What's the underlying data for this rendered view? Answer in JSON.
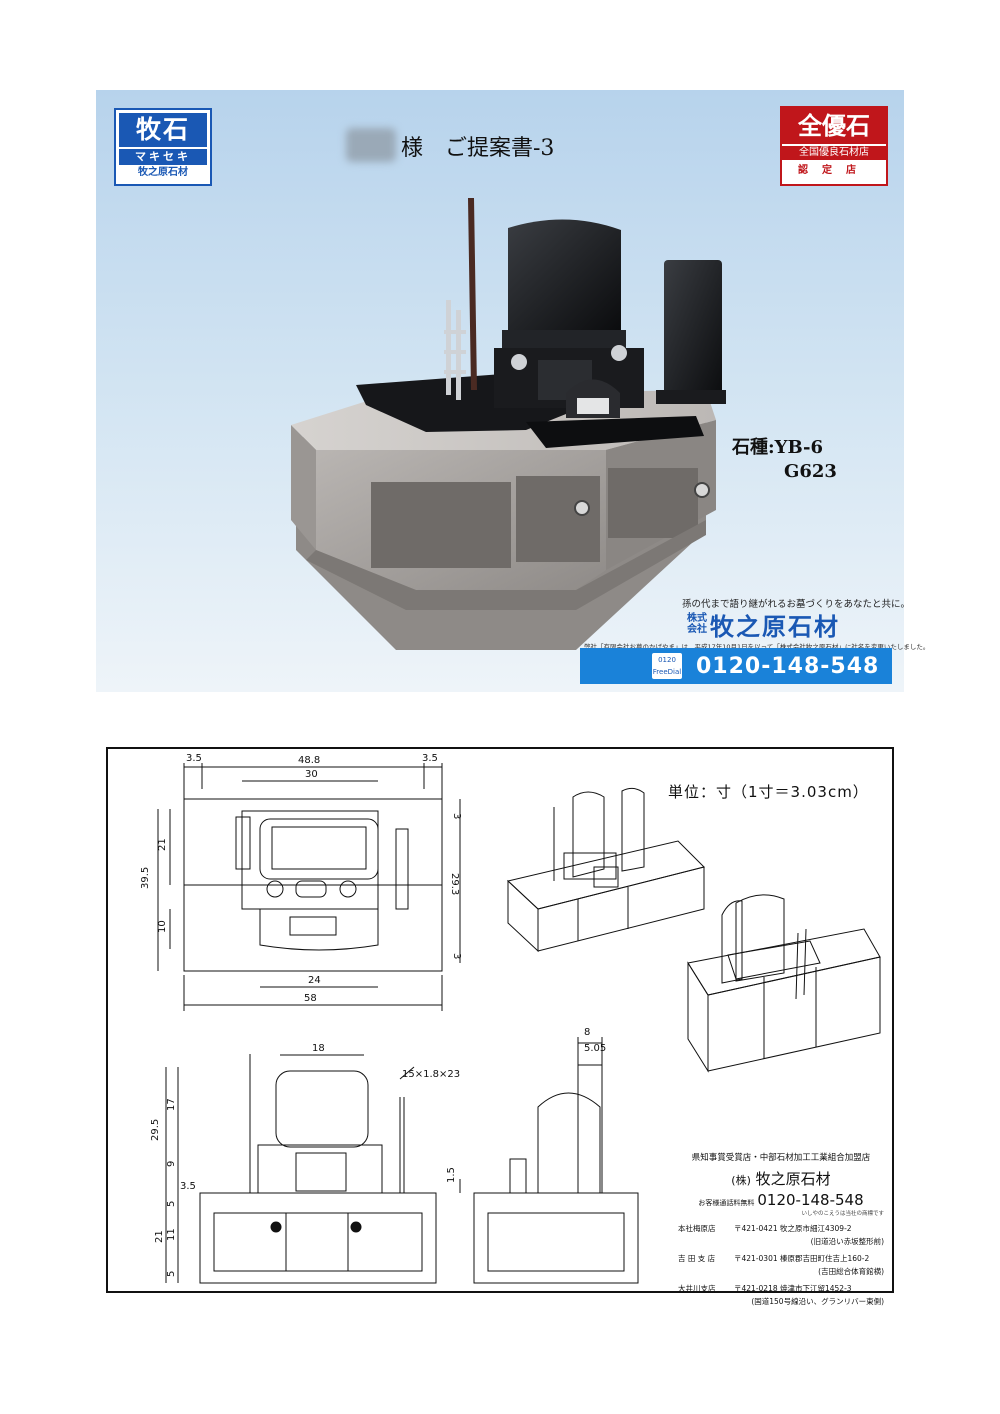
{
  "proposal": {
    "title": "様　ご提案書-3",
    "logo_left": {
      "main": "牧石",
      "kana": "マキセキ",
      "corp": "牧之原石材"
    },
    "logo_right": {
      "main": "全優石",
      "sub": "全国優良石材店",
      "cert": "認定店"
    },
    "stone_type_line1": "石種:YB-6",
    "stone_type_line2": "G623",
    "tagline": "孫の代まで語り継がれるお墓づくりをあなたと共に。",
    "company_prefix": "株式会社",
    "company_name": "牧之原石材",
    "notice": "弊社「有限会社お墓のかげやま」は、平成17年10月1日を以って「株式会社牧之原石材」に社名を変更いたしました。",
    "freedial_top": "0120",
    "freedial_bottom": "FreeDial",
    "phone": "0120-148-548"
  },
  "drawing": {
    "unit_label": "単位：寸（1寸＝3.03cm）",
    "dims": {
      "plan_left_margin": "3.5",
      "plan_overall_width": "48.8",
      "plan_inner_width": "30",
      "plan_right_margin": "3.5",
      "plan_total_depth": "39.5",
      "plan_depth_upper": "21",
      "plan_depth_lower": "10",
      "plan_right_top": "3",
      "plan_right_mid": "29.3",
      "plan_right_bottom": "3",
      "plan_lower_width": "24",
      "plan_total_width": "58",
      "front_top_width": "18",
      "front_height_total": "29.5",
      "front_height_top": "17",
      "front_height_mid": "9",
      "front_height_small": "3.5",
      "front_base_upper": "5",
      "front_base_total": "21",
      "front_base_mid": "11",
      "front_base_bottom": "5",
      "stupa_spec": "15×1.8×23",
      "side_top_width": "8",
      "side_top_offset": "5.05",
      "side_small_height": "1.5"
    },
    "info": {
      "association": "県知事賞受賞店・中部石材加工工業組合加盟店",
      "company_kabu": "(株)",
      "company_name": "牧之原石材",
      "phone_label": "お客様通話料無料",
      "phone": "0120-148-548",
      "phone_fine": "いしやのこえうは当社の商標です",
      "branches": [
        {
          "name": "本社梅原店",
          "address": "〒421-0421 牧之原市細江4309-2",
          "note": "(旧道沿い赤坂整形前)"
        },
        {
          "name": "吉 田 支 店",
          "address": "〒421-0301 榛原郡吉田町住吉上160-2",
          "note": "(吉田総合体育館横)"
        },
        {
          "name": "大井川支店",
          "address": "〒421-0218 焼津市下江留1452-3",
          "note": "(国道150号線沿い、グランリバー東側)"
        }
      ]
    }
  }
}
